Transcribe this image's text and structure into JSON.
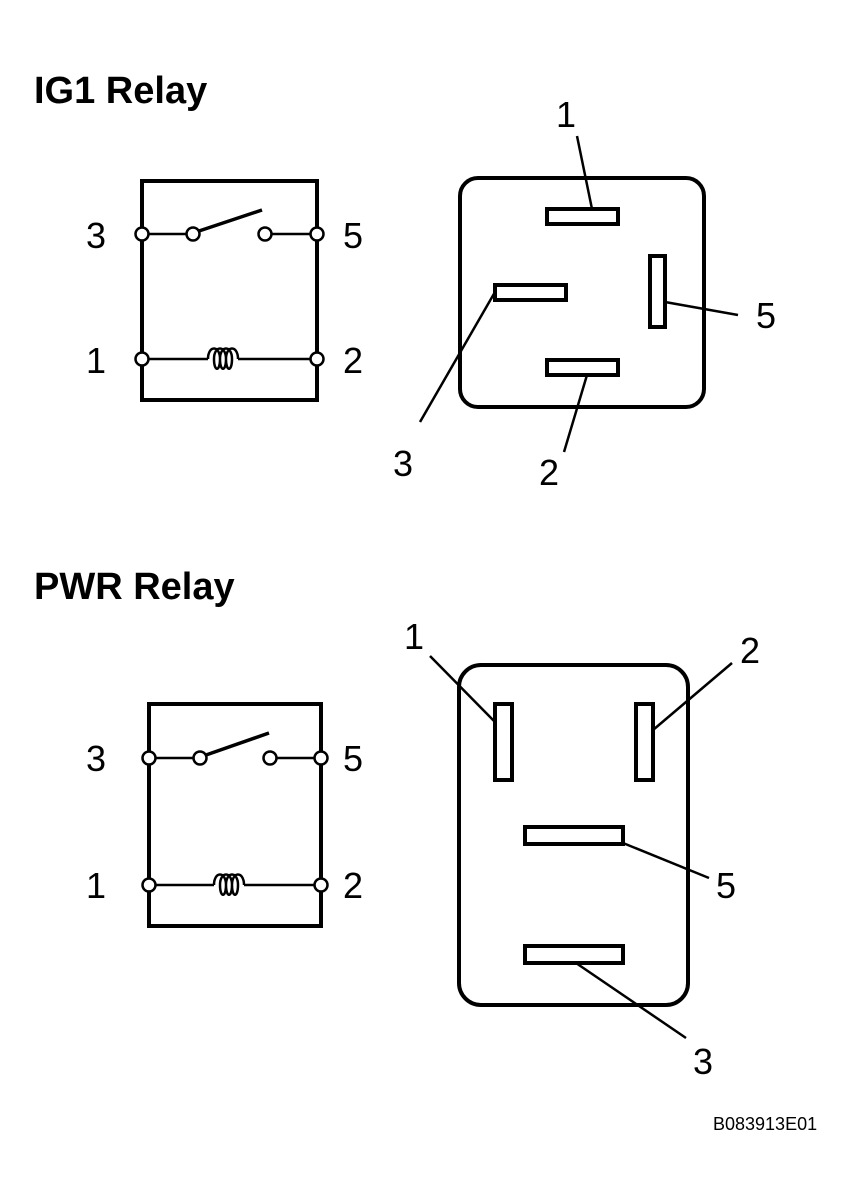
{
  "relays": [
    {
      "title": "IG1 Relay",
      "schematic_labels": {
        "top_left": "3",
        "top_right": "5",
        "bottom_left": "1",
        "bottom_right": "2"
      },
      "connector_labels": {
        "pin_a": "1",
        "pin_b": "3",
        "pin_c": "5",
        "pin_d": "2"
      }
    },
    {
      "title": "PWR Relay",
      "schematic_labels": {
        "top_left": "3",
        "top_right": "5",
        "bottom_left": "1",
        "bottom_right": "2"
      },
      "connector_labels": {
        "pin_a": "1",
        "pin_b": "2",
        "pin_c": "5",
        "pin_d": "3"
      }
    }
  ],
  "figure_code": "B083913E01"
}
